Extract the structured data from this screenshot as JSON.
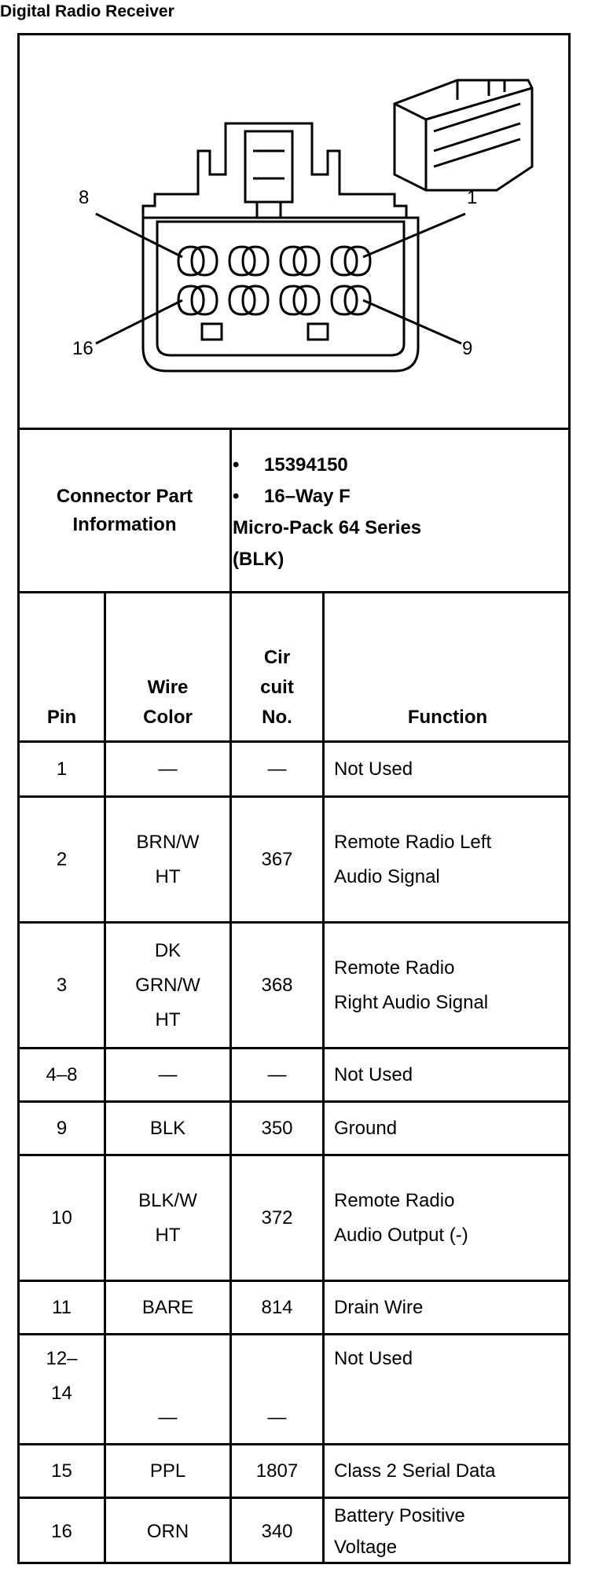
{
  "title": "Digital Radio Receiver",
  "pin_labels": {
    "p8": "8",
    "p1": "1",
    "p16": "16",
    "p9": "9"
  },
  "connector_info": {
    "label_line1": "Connector Part",
    "label_line2": "Information",
    "part_number": "15394150",
    "way": "16–Way F",
    "series": "Micro-Pack 64 Series",
    "color": "(BLK)"
  },
  "headers": {
    "pin": "Pin",
    "wire_color_1": "Wire",
    "wire_color_2": "Color",
    "circuit_1": "Cir",
    "circuit_2": "cuit",
    "circuit_3": "No.",
    "function": "Function"
  },
  "rows": [
    {
      "pin": "1",
      "wire": [
        "—"
      ],
      "circuit": "—",
      "function": [
        "Not Used"
      ]
    },
    {
      "pin": "2",
      "wire": [
        "BRN/W",
        "HT"
      ],
      "circuit": "367",
      "function": [
        "Remote Radio Left",
        "Audio Signal"
      ]
    },
    {
      "pin": "3",
      "wire": [
        "DK",
        "GRN/W",
        "HT"
      ],
      "circuit": "368",
      "function": [
        "Remote Radio",
        "Right Audio Signal"
      ]
    },
    {
      "pin": "4–8",
      "wire": [
        "—"
      ],
      "circuit": "—",
      "function": [
        "Not Used"
      ]
    },
    {
      "pin": "9",
      "wire": [
        "BLK"
      ],
      "circuit": "350",
      "function": [
        "Ground"
      ]
    },
    {
      "pin": "10",
      "wire": [
        "BLK/W",
        "HT"
      ],
      "circuit": "372",
      "function": [
        "Remote Radio",
        "Audio Output (-)"
      ]
    },
    {
      "pin": "11",
      "wire": [
        "BARE"
      ],
      "circuit": "814",
      "function": [
        "Drain Wire"
      ]
    },
    {
      "pin": [
        "12–",
        "14"
      ],
      "wire": [
        "—"
      ],
      "circuit": "—",
      "function": [
        "Not Used"
      ]
    },
    {
      "pin": "15",
      "wire": [
        "PPL"
      ],
      "circuit": "1807",
      "function": [
        "Class 2 Serial Data"
      ]
    },
    {
      "pin": "16",
      "wire": [
        "ORN"
      ],
      "circuit": "340",
      "function": [
        "Battery Positive",
        "Voltage"
      ]
    }
  ]
}
